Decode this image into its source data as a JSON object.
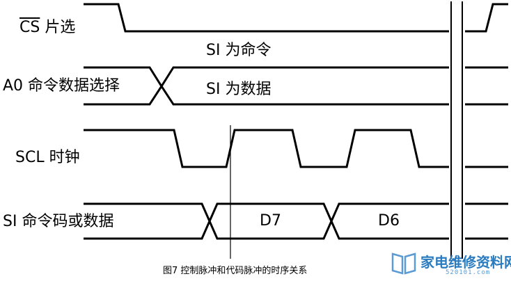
{
  "signals": {
    "cs_bar": "CS",
    "cs_label": "片选",
    "a0_label": "A0 命令数据选择",
    "scl_label": "SCL 时钟",
    "si_label": "SI 命令码或数据"
  },
  "annotations": {
    "si_command": "SI 为命令",
    "si_data": "SI 为数据",
    "bit_d7": "D7",
    "bit_d6": "D6"
  },
  "caption": "图7  控制脉冲和代码脉冲的时序关系",
  "watermark": {
    "text": "家电维修资料网",
    "url": "520101.com"
  },
  "colors": {
    "line": "#000000",
    "watermark": "#2a7bbf"
  }
}
